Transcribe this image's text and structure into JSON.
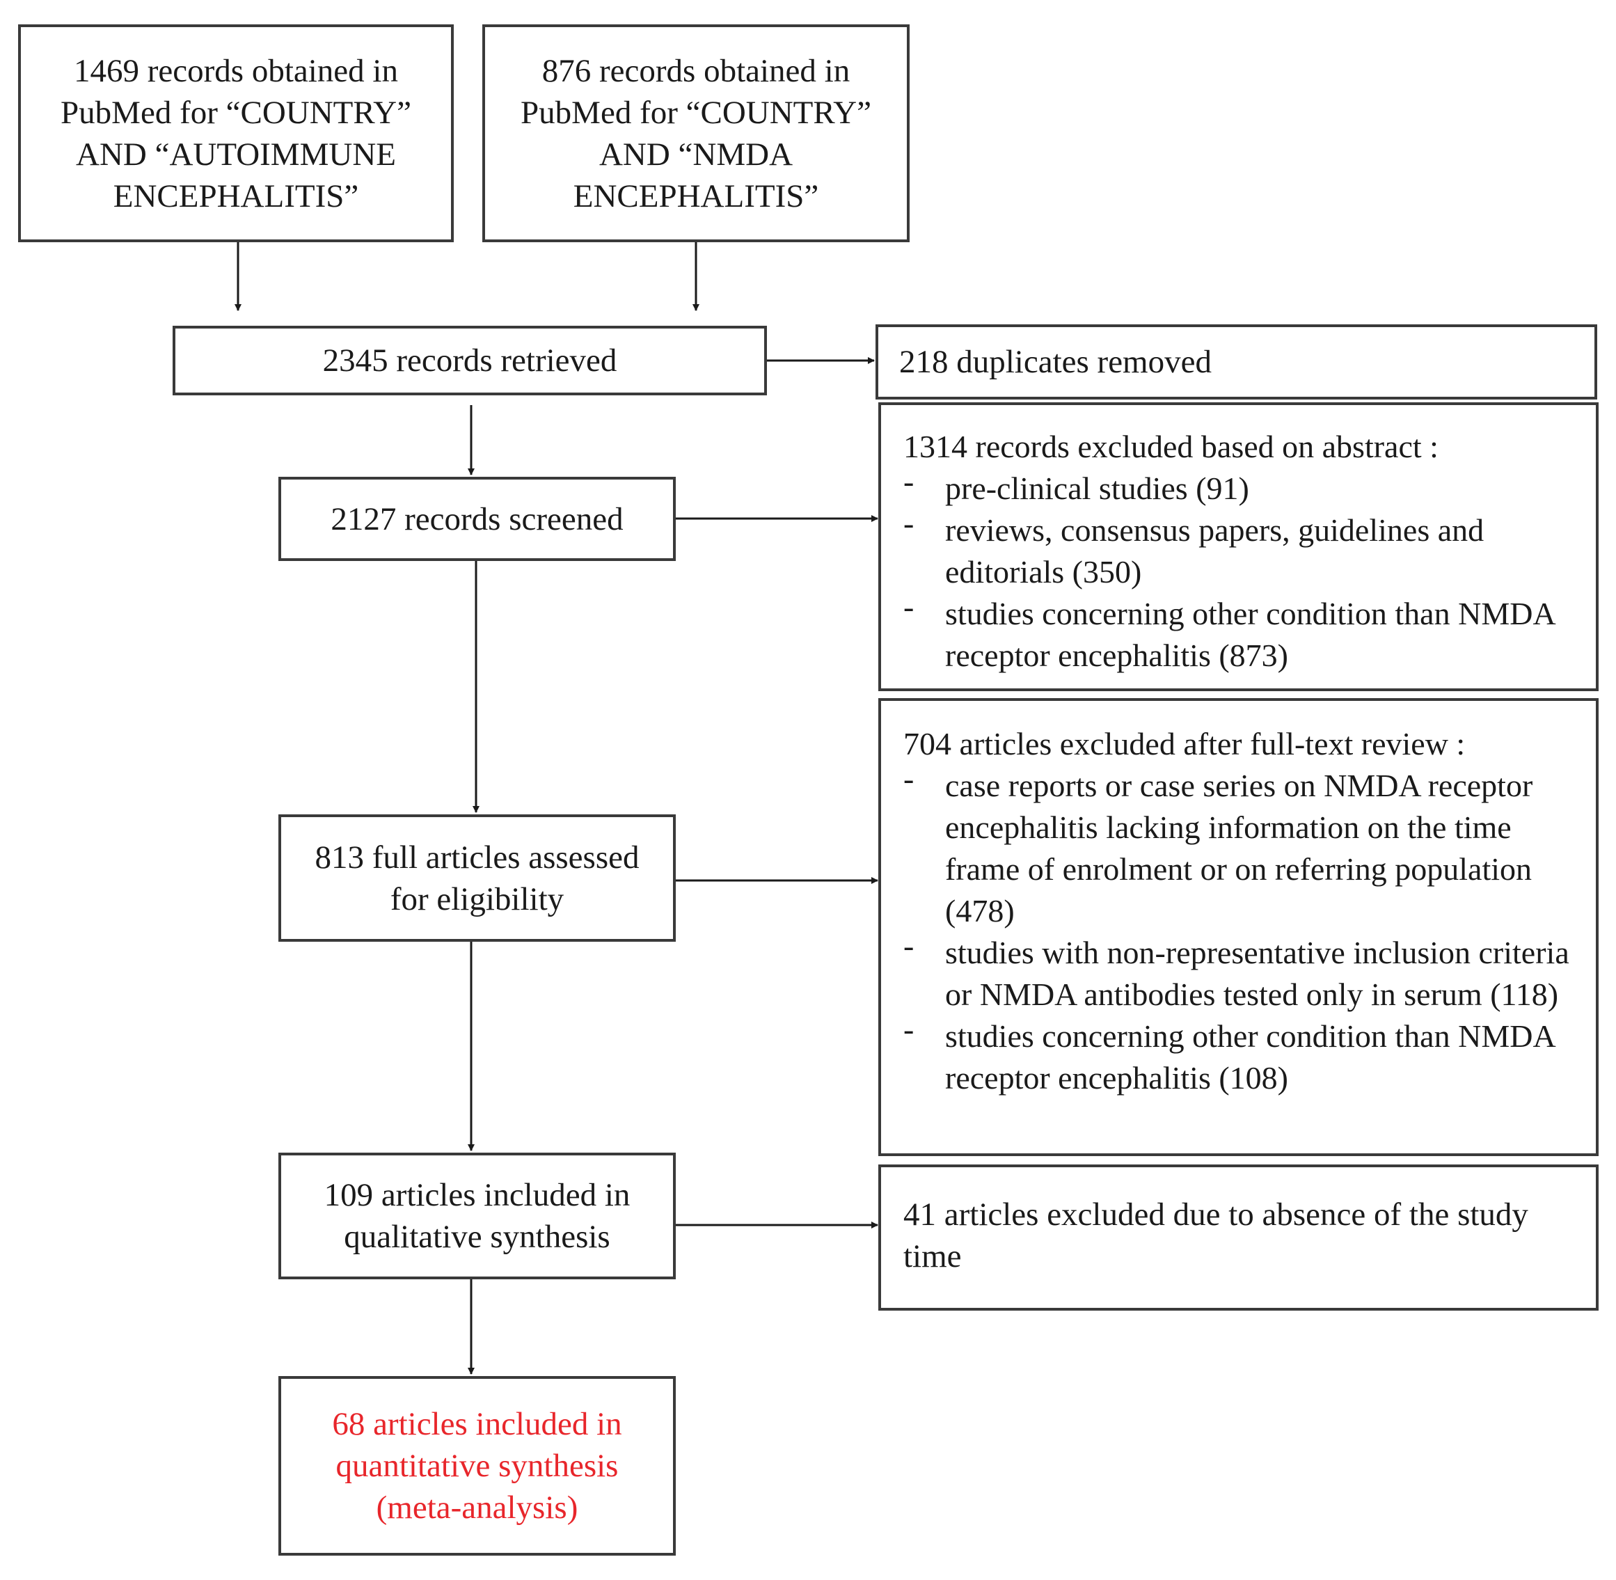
{
  "source_autoimmune": "1469 records obtained in PubMed for “COUNTRY” AND “AUTOIMMUNE ENCEPHALITIS”",
  "source_nmda": "876 records obtained in PubMed for “COUNTRY” AND “NMDA ENCEPHALITIS”",
  "retrieved": "2345 records retrieved",
  "duplicates": "218 duplicates removed",
  "screened": "2127 records screened",
  "abstract_exclusion": {
    "header": "1314 records excluded based on abstract :",
    "items": [
      "pre-clinical studies (91)",
      "reviews, consensus papers, guidelines and editorials (350)",
      "studies concerning other condition than NMDA receptor encephalitis (873)"
    ]
  },
  "eligibility": "813 full articles assessed for eligibility",
  "fulltext_exclusion": {
    "header": "704 articles excluded after full-text review :",
    "items": [
      "case reports or case series on NMDA receptor encephalitis lacking information on the time frame of enrolment or on referring population (478)",
      "studies with non-representative inclusion criteria or NMDA antibodies tested only in serum (118)",
      "studies concerning other condition than NMDA receptor encephalitis (108)"
    ]
  },
  "qualitative": "109 articles included in qualitative synthesis",
  "study_time_exclusion": "41 articles excluded due to absence of the study time",
  "quantitative": "68 articles included in quantitative synthesis (meta-analysis)",
  "bullet_symbol": "-",
  "colors": {
    "border": "#3a3a3a",
    "text": "#1a1a1a",
    "highlight": "#e8262b"
  }
}
